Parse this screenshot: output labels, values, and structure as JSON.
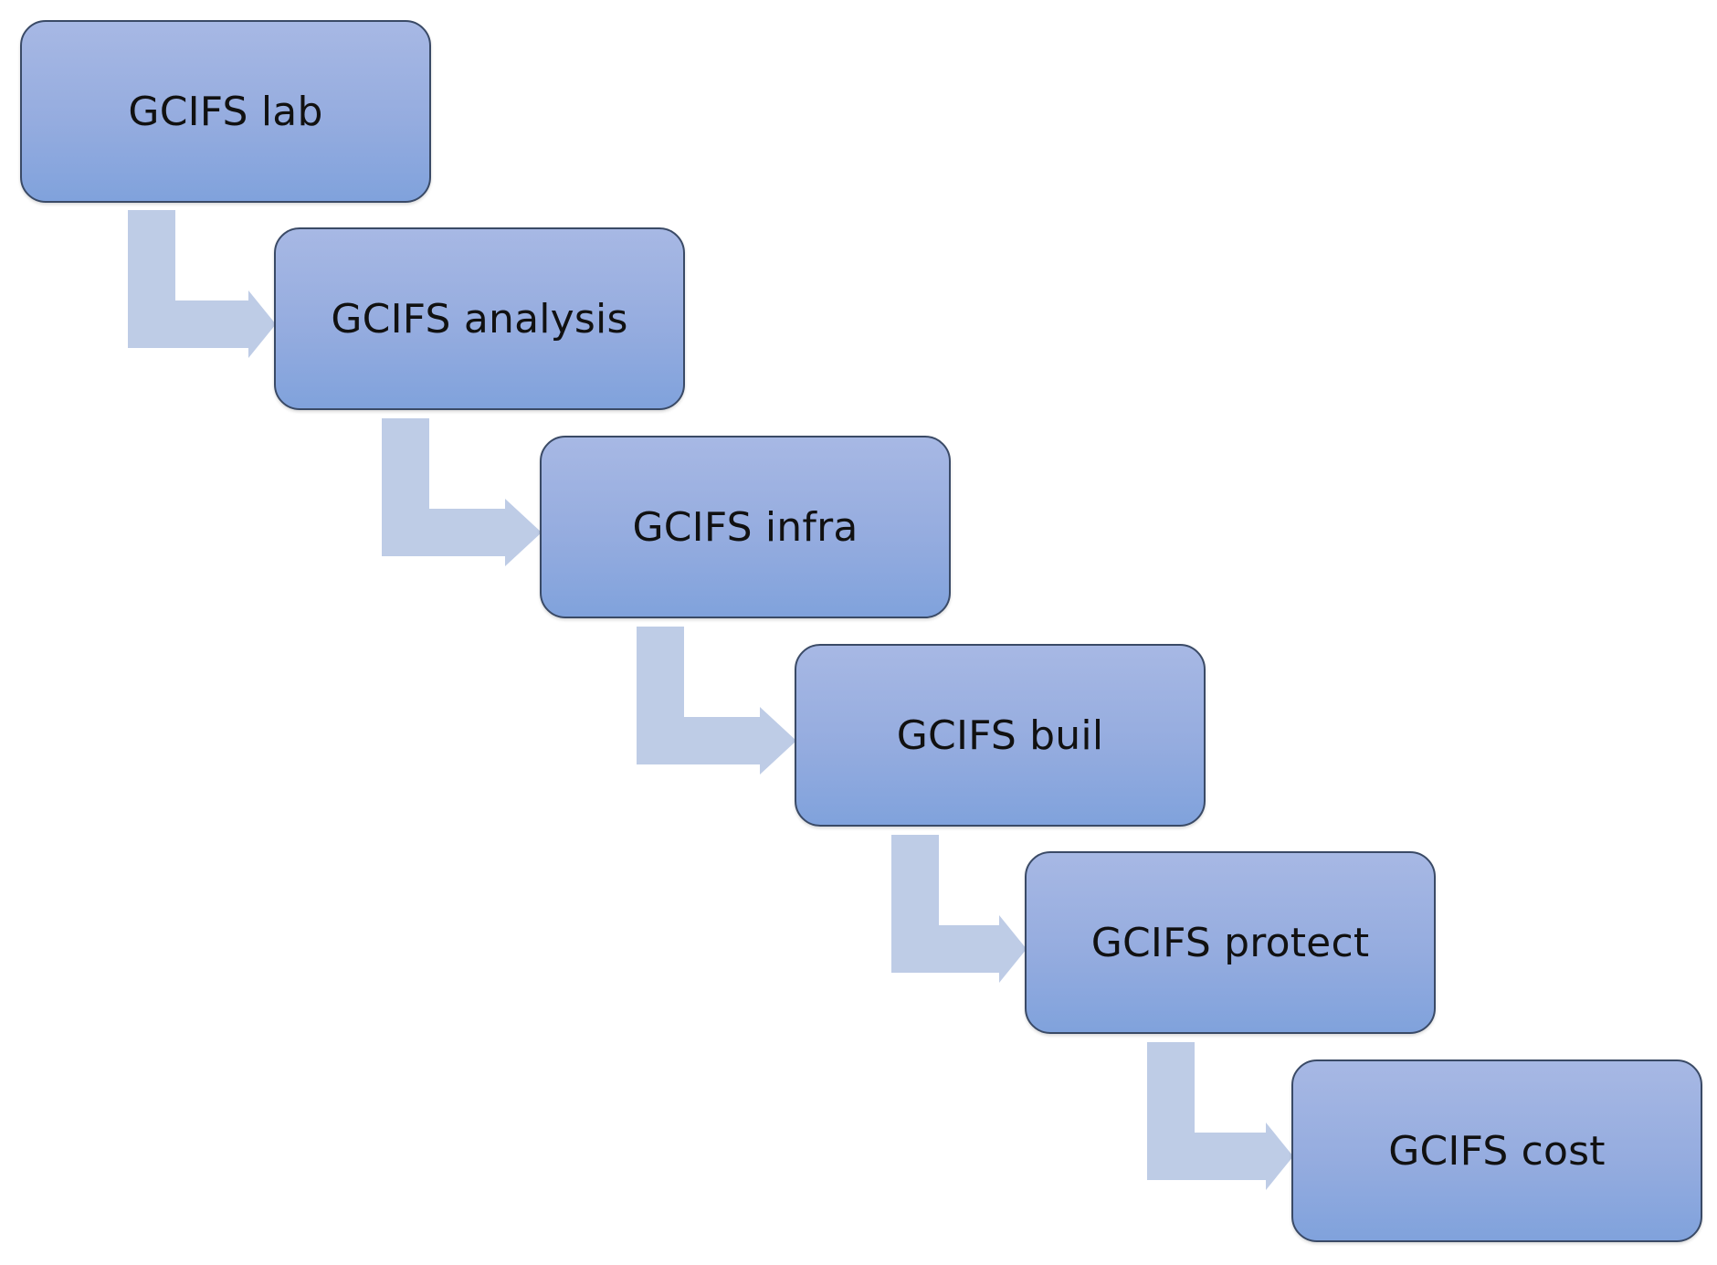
{
  "diagram": {
    "type": "staircase-process-flow",
    "colors": {
      "box_fill_top": "#A7B8E4",
      "box_fill_bottom": "#80A2DC",
      "box_border": "#3A4A66",
      "connector": "#BECCE6",
      "text": "#111111"
    },
    "steps": [
      {
        "label": "GCIFS lab"
      },
      {
        "label": "GCIFS analysis"
      },
      {
        "label": "GCIFS infra"
      },
      {
        "label": "GCIFS buil"
      },
      {
        "label": "GCIFS protect"
      },
      {
        "label": "GCIFS cost"
      }
    ],
    "connector_icon": "bent-arrow-icon"
  }
}
